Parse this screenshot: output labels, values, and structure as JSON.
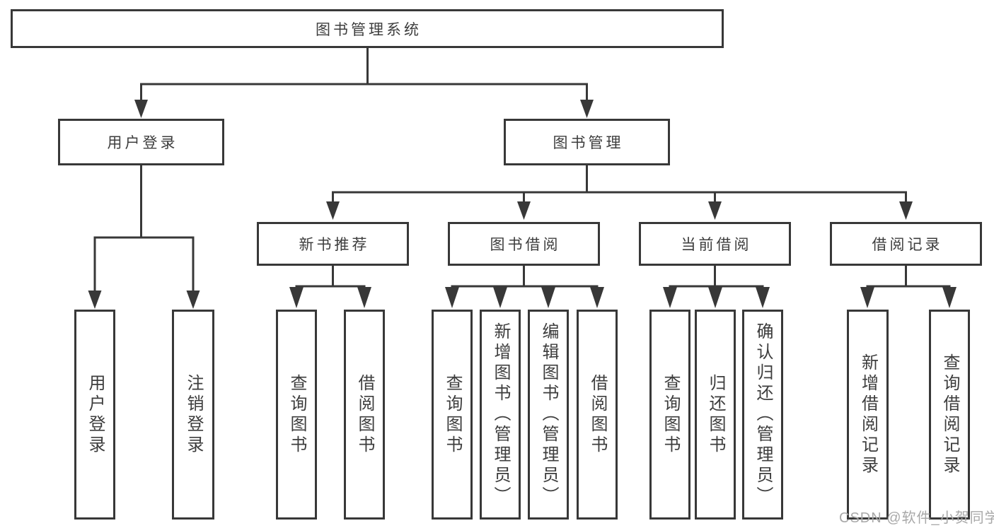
{
  "colors": {
    "line": "#383838",
    "text": "#3d3d3d",
    "watermark": "#a8a8a8",
    "background": "#ffffff"
  },
  "watermark": "CSDN @软件_小贺同学",
  "tree": {
    "label": "图书管理系统",
    "children": [
      {
        "label": "用户登录",
        "children": [
          {
            "label": "用户登录"
          },
          {
            "label": "注销登录"
          }
        ]
      },
      {
        "label": "图书管理",
        "children": [
          {
            "label": "新书推荐",
            "children": [
              {
                "label": "查询图书"
              },
              {
                "label": "借阅图书"
              }
            ]
          },
          {
            "label": "图书借阅",
            "children": [
              {
                "label": "查询图书"
              },
              {
                "label": "新增图书（管理员）"
              },
              {
                "label": "编辑图书（管理员）"
              },
              {
                "label": "借阅图书"
              }
            ]
          },
          {
            "label": "当前借阅",
            "children": [
              {
                "label": "查询图书"
              },
              {
                "label": "归还图书"
              },
              {
                "label": "确认归还（管理员）"
              }
            ]
          },
          {
            "label": "借阅记录",
            "children": [
              {
                "label": "新增借阅记录"
              },
              {
                "label": "查询借阅记录"
              }
            ]
          }
        ]
      }
    ]
  }
}
